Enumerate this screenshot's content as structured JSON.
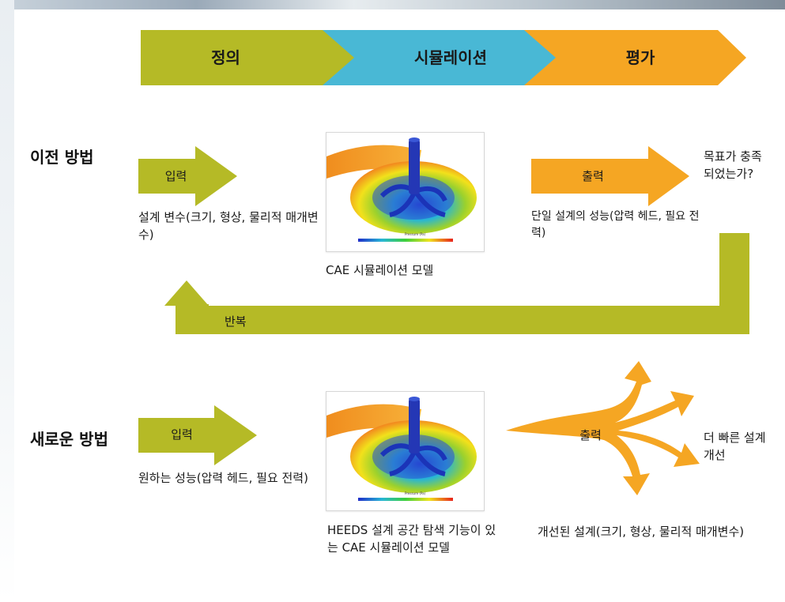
{
  "stages": [
    {
      "label": "정의",
      "color": "#b5ba26"
    },
    {
      "label": "시뮬레이션",
      "color": "#49b8d5"
    },
    {
      "label": "평가",
      "color": "#f5a623"
    }
  ],
  "old_method": {
    "title": "이전 방법",
    "input_label": "입력",
    "input_caption": "설계 변수(크기, 형상, 물리적 매개변수)",
    "model_caption": "CAE 시뮬레이션 모델",
    "output_label": "출력",
    "output_caption": "단일 설계의 성능(압력 헤드, 필요 전력)",
    "question": "목표가 충족되었는가?",
    "repeat_label": "반복"
  },
  "new_method": {
    "title": "새로운 방법",
    "input_label": "입력",
    "input_caption": "원하는 성능(압력 헤드, 필요 전력)",
    "model_caption": "HEEDS 설계 공간 탐색 기능이 있는 CAE 시뮬레이션 모델",
    "output_label": "출력",
    "output_caption": "개선된 설계(크기, 형상, 물리적 매개변수)",
    "result": "더 빠른 설계 개선"
  },
  "colors": {
    "olive": "#b5ba26",
    "cyan": "#49b8d5",
    "orange": "#f5a623",
    "orange_light": "#f8b12c"
  },
  "icons": [
    "pump-simulation-image",
    "pressure-legend"
  ]
}
